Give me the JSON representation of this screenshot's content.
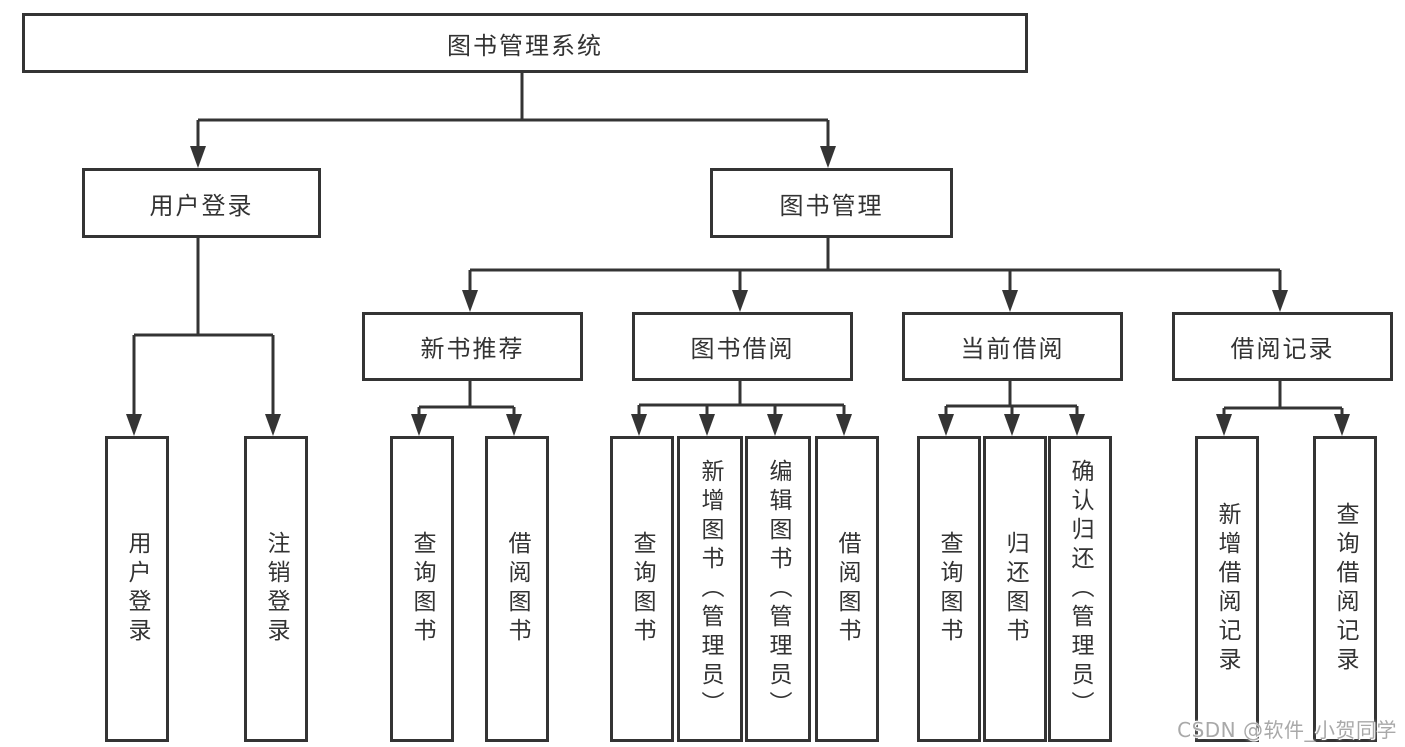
{
  "diagram_type": "tree",
  "tree": {
    "root": {
      "label": "图书管理系统",
      "children": [
        {
          "label": "用户登录",
          "children": [
            {
              "label": "用户登录"
            },
            {
              "label": "注销登录"
            }
          ]
        },
        {
          "label": "图书管理",
          "children": [
            {
              "label": "新书推荐",
              "children": [
                {
                  "label": "查询图书"
                },
                {
                  "label": "借阅图书"
                }
              ]
            },
            {
              "label": "图书借阅",
              "children": [
                {
                  "label": "查询图书"
                },
                {
                  "label": "新增图书（管理员）"
                },
                {
                  "label": "编辑图书（管理员）"
                },
                {
                  "label": "借阅图书"
                }
              ]
            },
            {
              "label": "当前借阅",
              "children": [
                {
                  "label": "查询图书"
                },
                {
                  "label": "归还图书"
                },
                {
                  "label": "确认归还（管理员）"
                }
              ]
            },
            {
              "label": "借阅记录",
              "children": [
                {
                  "label": "新增借阅记录"
                },
                {
                  "label": "查询借阅记录"
                }
              ]
            }
          ]
        }
      ]
    }
  },
  "watermark": {
    "text": "CSDN @软件_小贺同学"
  },
  "colors": {
    "line": "#343434",
    "text": "#333333",
    "background": "#ffffff",
    "watermark": "#a9a9a9"
  }
}
